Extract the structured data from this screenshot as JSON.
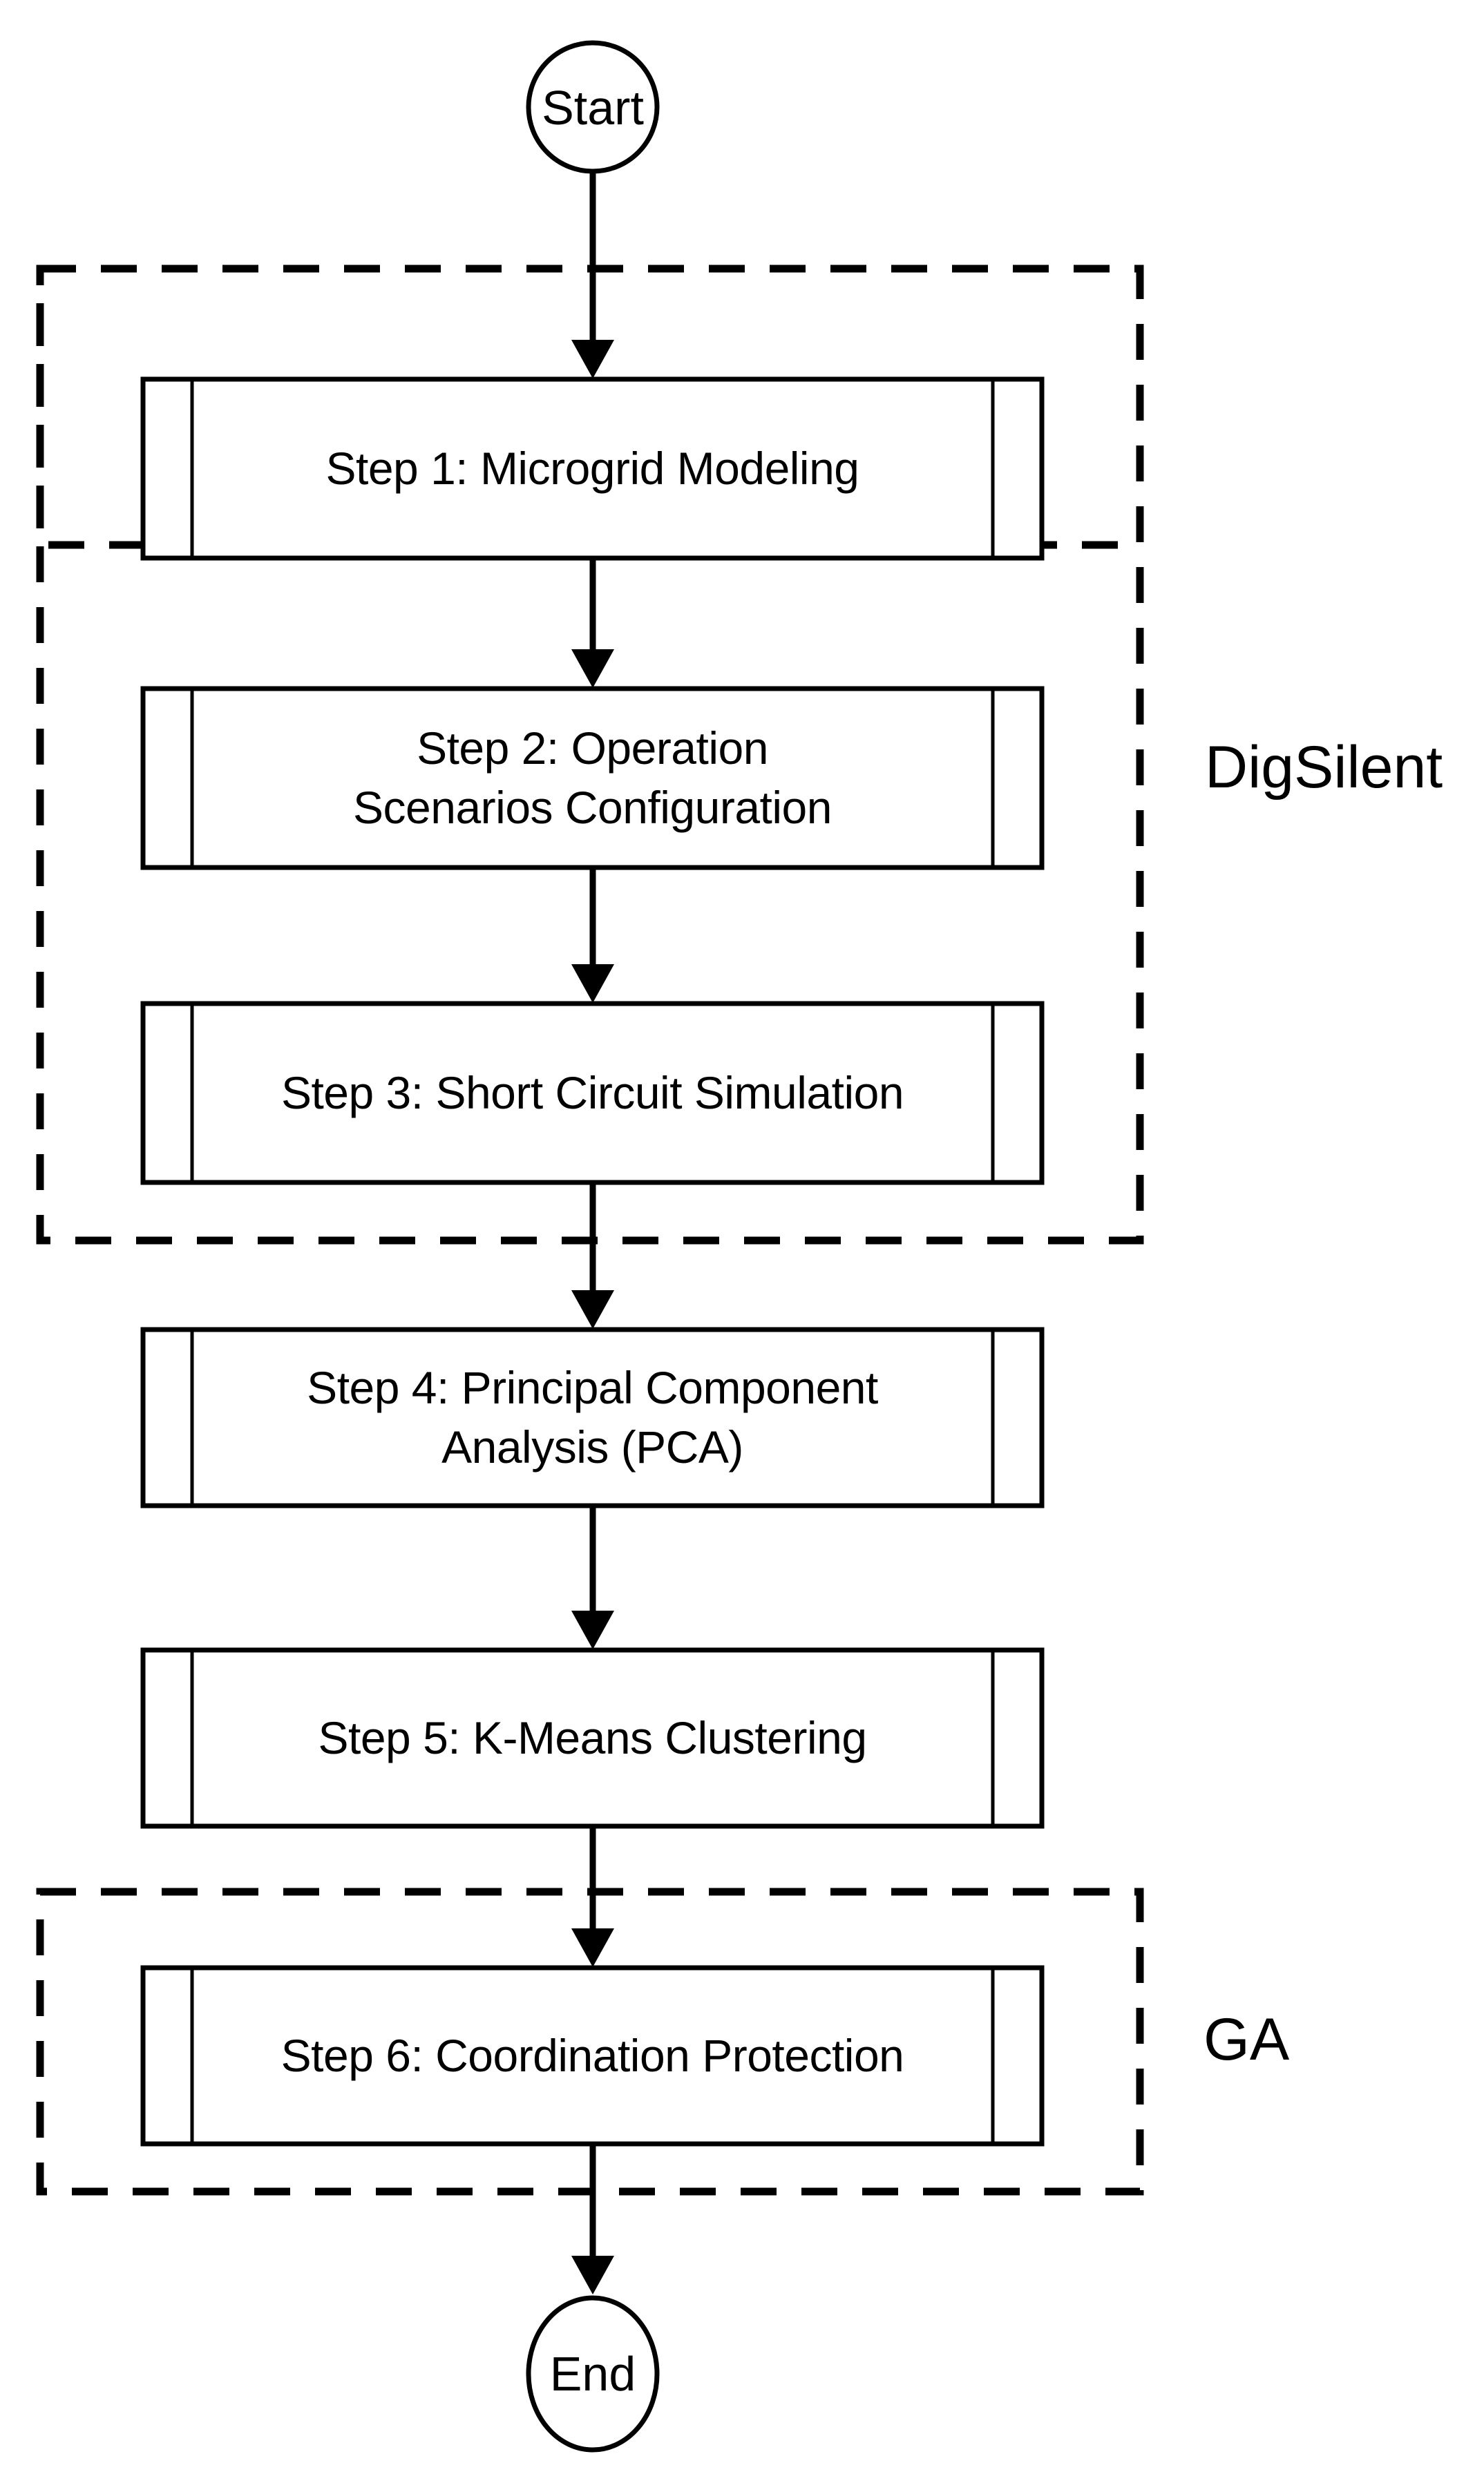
{
  "diagram": {
    "title": "Protection coordination methodology flowchart",
    "type": "flowchart",
    "orientation": "top-to-bottom",
    "stroke_color": "#000000",
    "background_color": "#ffffff",
    "fill_color": "#ffffff"
  },
  "terminators": [
    {
      "id": "start",
      "label": "Start",
      "shape": "ellipse"
    },
    {
      "id": "end",
      "label": "End",
      "shape": "ellipse"
    }
  ],
  "steps": [
    {
      "id": "step1",
      "shape": "predefined-process",
      "lines": [
        "Step 1: Microgrid Modeling"
      ]
    },
    {
      "id": "step2",
      "shape": "predefined-process",
      "lines": [
        "Step 2: Operation",
        "Scenarios Configuration"
      ]
    },
    {
      "id": "step3",
      "shape": "predefined-process",
      "lines": [
        "Step 3: Short Circuit Simulation"
      ]
    },
    {
      "id": "step4",
      "shape": "predefined-process",
      "lines": [
        "Step 4: Principal Component",
        "Analysis (PCA)"
      ]
    },
    {
      "id": "step5",
      "shape": "predefined-process",
      "lines": [
        "Step 5: K-Means Clustering"
      ]
    },
    {
      "id": "step6",
      "shape": "predefined-process",
      "lines": [
        "Step 6: Coordination Protection"
      ]
    }
  ],
  "groups": [
    {
      "id": "digsilent",
      "label": "DigSilent",
      "border": "dashed",
      "contains": [
        "step1",
        "step2",
        "step3"
      ]
    },
    {
      "id": "ga",
      "label": "GA",
      "border": "dashed",
      "contains": [
        "step6"
      ]
    }
  ],
  "edges": [
    {
      "from": "start",
      "to": "step1",
      "arrow": "filled-triangle"
    },
    {
      "from": "step1",
      "to": "step2",
      "arrow": "filled-triangle"
    },
    {
      "from": "step2",
      "to": "step3",
      "arrow": "filled-triangle"
    },
    {
      "from": "step3",
      "to": "step4",
      "arrow": "filled-triangle"
    },
    {
      "from": "step4",
      "to": "step5",
      "arrow": "filled-triangle"
    },
    {
      "from": "step5",
      "to": "step6",
      "arrow": "filled-triangle"
    },
    {
      "from": "step6",
      "to": "end",
      "arrow": "filled-triangle"
    }
  ]
}
